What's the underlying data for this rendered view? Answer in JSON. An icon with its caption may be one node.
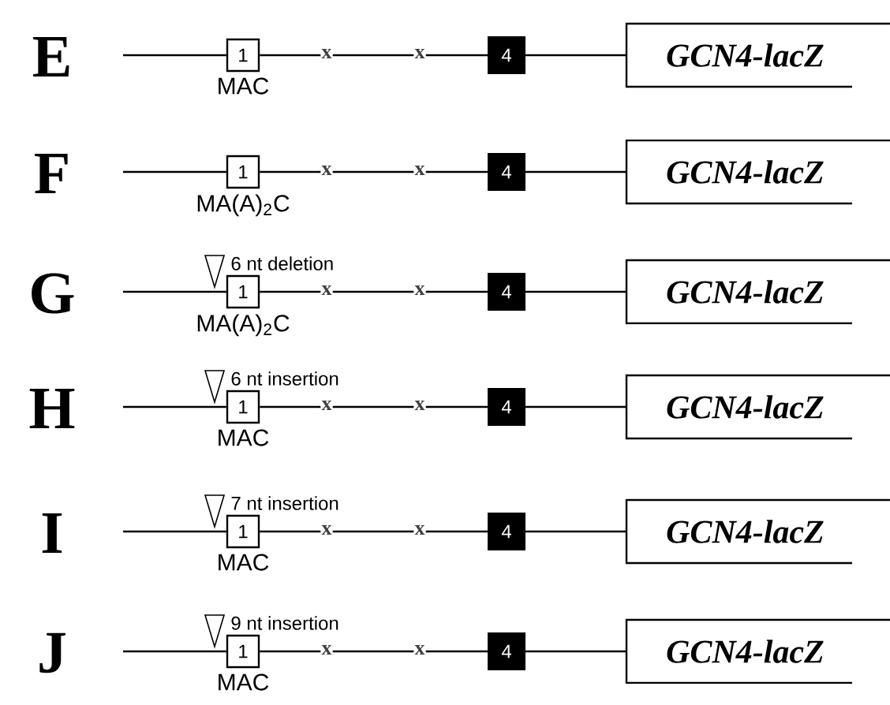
{
  "diagram": {
    "nodes": [
      {
        "text": [
          "1"
        ],
        "beside": [
          "MAC"
        ]
      },
      {
        "text": [
          "4"
        ]
      },
      {
        "text": [
          "GCN4-lacZ"
        ]
      },
      {
        "text": [
          "1"
        ],
        "beside": [
          "MA(A)$_{2}$C"
        ]
      },
      {
        "text": [
          "4"
        ]
      },
      {
        "text": [
          "GCN4-lacZ"
        ]
      },
      {
        "text": [],
        "shape": "triangle",
        "beside": [
          "6 nt deletion"
        ]
      },
      {
        "text": [
          "1"
        ],
        "beside": [
          "MA(A)$_{2}$C"
        ]
      },
      {
        "text": [
          "4"
        ]
      },
      {
        "text": [
          "GCN4-lacZ"
        ]
      },
      {
        "text": [],
        "shape": "triangle",
        "beside": [
          "6 nt insertion"
        ]
      },
      {
        "text": [
          "1"
        ],
        "beside": [
          "MAC"
        ]
      },
      {
        "text": [
          "4"
        ]
      },
      {
        "text": [
          "GCN4-lacZ"
        ]
      },
      {
        "text": [],
        "shape": "triangle",
        "beside": [
          "7 nt insertion"
        ]
      },
      {
        "text": [
          "1"
        ],
        "beside": [
          "MAC"
        ]
      },
      {
        "text": [
          "4"
        ]
      },
      {
        "text": [
          "GCN4-lacZ"
        ]
      },
      {
        "text": [],
        "shape": "triangle",
        "beside": [
          "9 nt insertion"
        ]
      },
      {
        "text": [
          "1"
        ],
        "beside": [
          "MAC"
        ]
      },
      {
        "text": [
          "4"
        ]
      },
      {
        "text": [
          "GCN4-lacZ"
        ]
      }
    ],
    "edges": [
      {
        "from": null,
        "to": 0,
        "arrow": "none"
      },
      {
        "from": 0,
        "to": 1,
        "arrow": "none"
      },
      {
        "from": 1,
        "to": 2,
        "arrow": "none"
      },
      {
        "from": null,
        "to": 3,
        "arrow": "none"
      },
      {
        "from": 3,
        "to": 4,
        "arrow": "none"
      },
      {
        "from": 4,
        "to": 5,
        "arrow": "none"
      },
      {
        "from": null,
        "to": 7,
        "arrow": "none"
      },
      {
        "from": 7,
        "to": 8,
        "arrow": "none"
      },
      {
        "from": 8,
        "to": 9,
        "arrow": "none"
      },
      {
        "from": null,
        "to": 11,
        "arrow": "none"
      },
      {
        "from": 11,
        "to": 12,
        "arrow": "none"
      },
      {
        "from": 12,
        "to": 13,
        "arrow": "none"
      },
      {
        "from": null,
        "to": 15,
        "arrow": "none"
      },
      {
        "from": 15,
        "to": 16,
        "arrow": "none"
      },
      {
        "from": 16,
        "to": 17,
        "arrow": "none"
      },
      {
        "from": null,
        "to": 19,
        "arrow": "none"
      },
      {
        "from": 19,
        "to": 20,
        "arrow": "none"
      },
      {
        "from": 20,
        "to": 21,
        "arrow": "none"
      }
    ],
    "labels": [
      "E",
      "x",
      "x",
      "F",
      "x",
      "x",
      "G",
      "x",
      "x",
      "H",
      "x",
      "x",
      "I",
      "x",
      "x",
      "J",
      "x",
      "x"
    ]
  }
}
